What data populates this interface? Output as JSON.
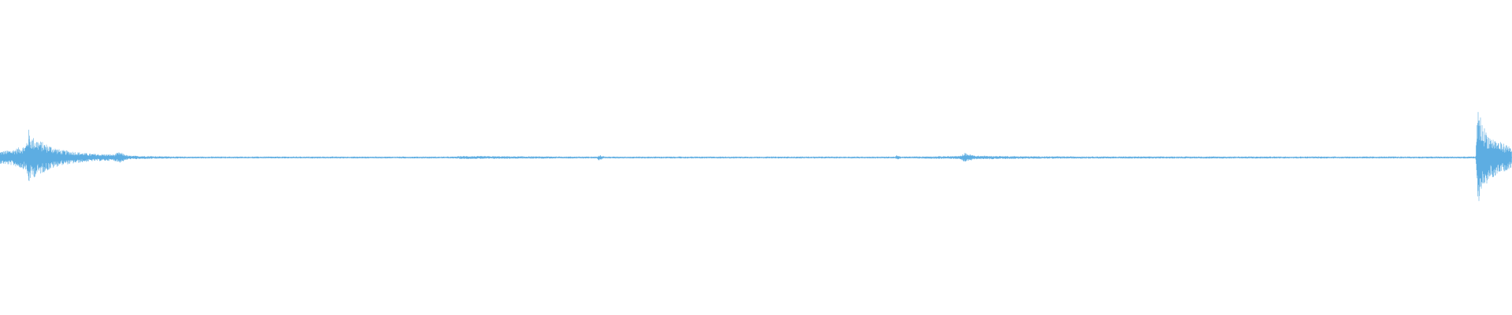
{
  "waveform": {
    "color": "#5dade2",
    "background": "#ffffff",
    "samples_per_pixel_column": 1,
    "envelope": [
      {
        "t": 0.0,
        "amp": 0.04
      },
      {
        "t": 0.008,
        "amp": 0.05
      },
      {
        "t": 0.017,
        "amp": 0.08
      },
      {
        "t": 0.019,
        "amp": 0.18
      },
      {
        "t": 0.02,
        "amp": 0.14
      },
      {
        "t": 0.024,
        "amp": 0.12
      },
      {
        "t": 0.03,
        "amp": 0.09
      },
      {
        "t": 0.04,
        "amp": 0.05
      },
      {
        "t": 0.06,
        "amp": 0.025
      },
      {
        "t": 0.075,
        "amp": 0.02
      },
      {
        "t": 0.079,
        "amp": 0.035
      },
      {
        "t": 0.085,
        "amp": 0.012
      },
      {
        "t": 0.12,
        "amp": 0.006
      },
      {
        "t": 0.3,
        "amp": 0.006
      },
      {
        "t": 0.305,
        "amp": 0.01
      },
      {
        "t": 0.335,
        "amp": 0.008
      },
      {
        "t": 0.395,
        "amp": 0.006
      },
      {
        "t": 0.396,
        "amp": 0.02
      },
      {
        "t": 0.4,
        "amp": 0.006
      },
      {
        "t": 0.592,
        "amp": 0.006
      },
      {
        "t": 0.593,
        "amp": 0.014
      },
      {
        "t": 0.596,
        "amp": 0.006
      },
      {
        "t": 0.635,
        "amp": 0.01
      },
      {
        "t": 0.638,
        "amp": 0.03
      },
      {
        "t": 0.645,
        "amp": 0.012
      },
      {
        "t": 0.68,
        "amp": 0.008
      },
      {
        "t": 0.72,
        "amp": 0.007
      },
      {
        "t": 0.976,
        "amp": 0.006
      },
      {
        "t": 0.977,
        "amp": 0.25
      },
      {
        "t": 0.978,
        "amp": 0.33
      },
      {
        "t": 0.98,
        "amp": 0.22
      },
      {
        "t": 0.985,
        "amp": 0.14
      },
      {
        "t": 0.992,
        "amp": 0.1
      },
      {
        "t": 1.0,
        "amp": 0.07
      }
    ]
  }
}
